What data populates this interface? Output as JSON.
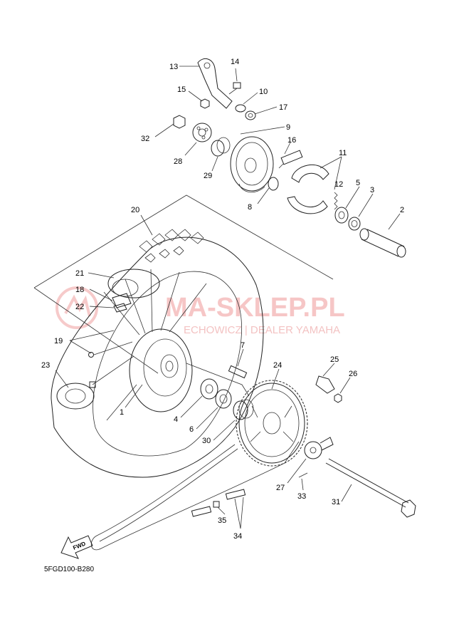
{
  "diagram_code": "5FGD100-B280",
  "fwd_label": "FWD",
  "watermark": {
    "title": "MA-SKLEP.PL",
    "subtitle": "ECHOWICZ | DEALER YAMAHA",
    "color": "#f3b4b4"
  },
  "callouts": [
    "1",
    "2",
    "3",
    "4",
    "5",
    "6",
    "7",
    "8",
    "9",
    "10",
    "11",
    "12",
    "13",
    "14",
    "15",
    "16",
    "17",
    "18",
    "19",
    "20",
    "21",
    "22",
    "23",
    "24",
    "25",
    "26",
    "27",
    "28",
    "29",
    "30",
    "31",
    "32",
    "33",
    "34",
    "35"
  ]
}
